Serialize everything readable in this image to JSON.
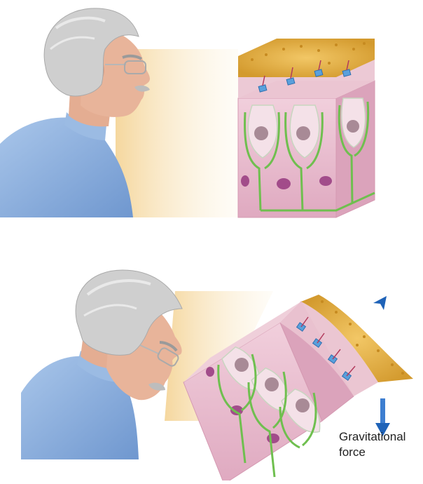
{
  "illustration": {
    "upper_panel": "head-upright-macula",
    "lower_panel": "head-tilted-macula"
  },
  "colors": {
    "skin": "#e8b49a",
    "hair": "#c9c9c9",
    "shirt": "#8fb3dd",
    "tissue": "#e9bfd0",
    "cell_outline": "#7bc05a",
    "otoliths": "#e6b34a",
    "arrow": "#1f63b8"
  },
  "labels": {
    "force_line1": "Gravitational",
    "force_line2": "force"
  }
}
